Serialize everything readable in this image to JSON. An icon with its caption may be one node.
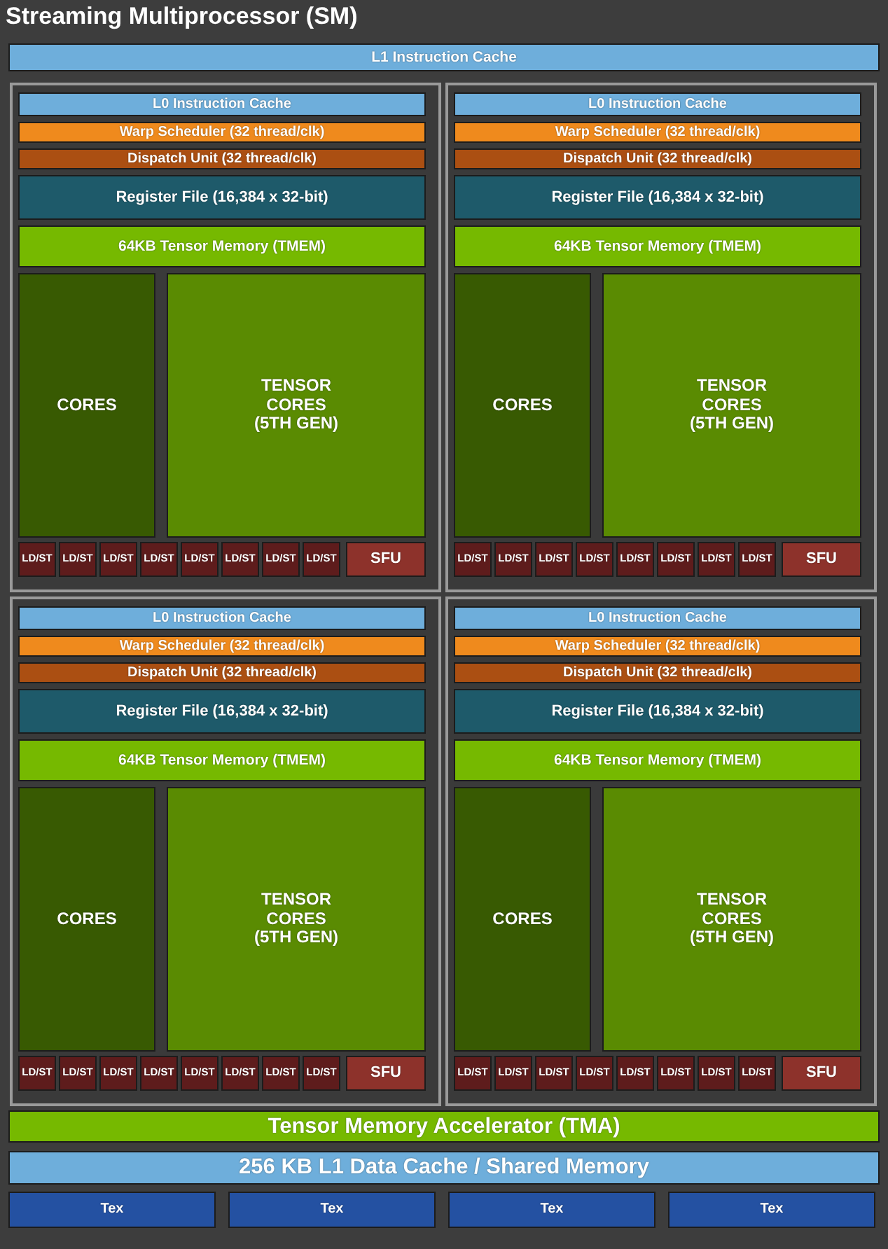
{
  "diagram": {
    "title": "Streaming Multiprocessor (SM)",
    "nodes": [
      {
        "text": [
          "L1 Instruction Cache"
        ]
      },
      {
        "text": [],
        "shape": "box"
      },
      {
        "text": [
          "L0 Instruction Cache"
        ],
        "in": 1
      },
      {
        "text": [
          "Warp Scheduler (32 thread/clk)"
        ],
        "in": 1
      },
      {
        "text": [
          "Dispatch Unit (32 thread/clk)"
        ],
        "in": 1
      },
      {
        "text": [
          "Register File (16,384 x 32-bit)"
        ],
        "in": 1
      },
      {
        "text": [
          "64KB Tensor Memory (TMEM)"
        ],
        "in": 1
      },
      {
        "text": [
          "CORES"
        ],
        "in": 1
      },
      {
        "text": [
          "TENSOR CORES (5TH GEN)"
        ],
        "in": 1
      },
      {
        "text": [
          "LD/ST"
        ],
        "in": 1
      },
      {
        "text": [
          "LD/ST"
        ],
        "in": 1
      },
      {
        "text": [
          "LD/ST"
        ],
        "in": 1
      },
      {
        "text": [
          "LD/ST"
        ],
        "in": 1
      },
      {
        "text": [
          "LD/ST"
        ],
        "in": 1
      },
      {
        "text": [
          "LD/ST"
        ],
        "in": 1
      },
      {
        "text": [
          "LD/ST"
        ],
        "in": 1
      },
      {
        "text": [
          "LD/ST"
        ],
        "in": 1
      },
      {
        "text": [
          "SFU"
        ],
        "in": 1
      },
      {
        "text": [],
        "shape": "box"
      },
      {
        "text": [
          "L0 Instruction Cache"
        ],
        "in": 18
      },
      {
        "text": [
          "Warp Scheduler (32 thread/clk)"
        ],
        "in": 18
      },
      {
        "text": [
          "Dispatch Unit (32 thread/clk)"
        ],
        "in": 18
      },
      {
        "text": [
          "Register File (16,384 x 32-bit)"
        ],
        "in": 18
      },
      {
        "text": [
          "64KB Tensor Memory (TMEM)"
        ],
        "in": 18
      },
      {
        "text": [
          "CORES"
        ],
        "in": 18
      },
      {
        "text": [
          "TENSOR CORES (5TH GEN)"
        ],
        "in": 18
      },
      {
        "text": [
          "LD/ST"
        ],
        "in": 18
      },
      {
        "text": [
          "LD/ST"
        ],
        "in": 18
      },
      {
        "text": [
          "LD/ST"
        ],
        "in": 18
      },
      {
        "text": [
          "LD/ST"
        ],
        "in": 18
      },
      {
        "text": [
          "LD/ST"
        ],
        "in": 18
      },
      {
        "text": [
          "LD/ST"
        ],
        "in": 18
      },
      {
        "text": [
          "LD/ST"
        ],
        "in": 18
      },
      {
        "text": [
          "LD/ST"
        ],
        "in": 18
      },
      {
        "text": [
          "SFU"
        ],
        "in": 18
      },
      {
        "text": [],
        "shape": "box"
      },
      {
        "text": [
          "L0 Instruction Cache"
        ],
        "in": 35
      },
      {
        "text": [
          "Warp Scheduler (32 thread/clk)"
        ],
        "in": 35
      },
      {
        "text": [
          "Dispatch Unit (32 thread/clk)"
        ],
        "in": 35
      },
      {
        "text": [
          "Register File (16,384 x 32-bit)"
        ],
        "in": 35
      },
      {
        "text": [
          "64KB Tensor Memory (TMEM)"
        ],
        "in": 35
      },
      {
        "text": [
          "CORES"
        ],
        "in": 35
      },
      {
        "text": [
          "TENSOR CORES (5TH GEN)"
        ],
        "in": 35
      },
      {
        "text": [
          "LD/ST"
        ],
        "in": 35
      },
      {
        "text": [
          "LD/ST"
        ],
        "in": 35
      },
      {
        "text": [
          "LD/ST"
        ],
        "in": 35
      },
      {
        "text": [
          "LD/ST"
        ],
        "in": 35
      },
      {
        "text": [
          "LD/ST"
        ],
        "in": 35
      },
      {
        "text": [
          "LD/ST"
        ],
        "in": 35
      },
      {
        "text": [
          "LD/ST"
        ],
        "in": 35
      },
      {
        "text": [
          "LD/ST"
        ],
        "in": 35
      },
      {
        "text": [
          "SFU"
        ],
        "in": 35
      },
      {
        "text": [],
        "shape": "box"
      },
      {
        "text": [
          "L0 Instruction Cache"
        ],
        "in": 52
      },
      {
        "text": [
          "Warp Scheduler (32 thread/clk)"
        ],
        "in": 52
      },
      {
        "text": [
          "Dispatch Unit (32 thread/clk)"
        ],
        "in": 52
      },
      {
        "text": [
          "Register File (16,384 x 32-bit)"
        ],
        "in": 52
      },
      {
        "text": [
          "64KB Tensor Memory (TMEM)"
        ],
        "in": 52
      },
      {
        "text": [
          "CORES"
        ],
        "in": 52
      },
      {
        "text": [
          "TENSOR CORES (5TH GEN)"
        ],
        "in": 52
      },
      {
        "text": [
          "LD/ST"
        ],
        "in": 52
      },
      {
        "text": [
          "LD/ST"
        ],
        "in": 52
      },
      {
        "text": [
          "LD/ST"
        ],
        "in": 52
      },
      {
        "text": [
          "LD/ST"
        ],
        "in": 52
      },
      {
        "text": [
          "LD/ST"
        ],
        "in": 52
      },
      {
        "text": [
          "LD/ST"
        ],
        "in": 52
      },
      {
        "text": [
          "LD/ST"
        ],
        "in": 52
      },
      {
        "text": [
          "LD/ST"
        ],
        "in": 52
      },
      {
        "text": [
          "SFU"
        ],
        "in": 52
      },
      {
        "text": [
          "Tensor Memory Accelerator (TMA)"
        ]
      },
      {
        "text": [
          "256 KB L1 Data Cache / Shared Memory"
        ]
      },
      {
        "text": [
          "Tex"
        ]
      },
      {
        "text": [
          "Tex"
        ]
      },
      {
        "text": [
          "Tex"
        ]
      },
      {
        "text": [
          "Tex"
        ]
      }
    ]
  }
}
